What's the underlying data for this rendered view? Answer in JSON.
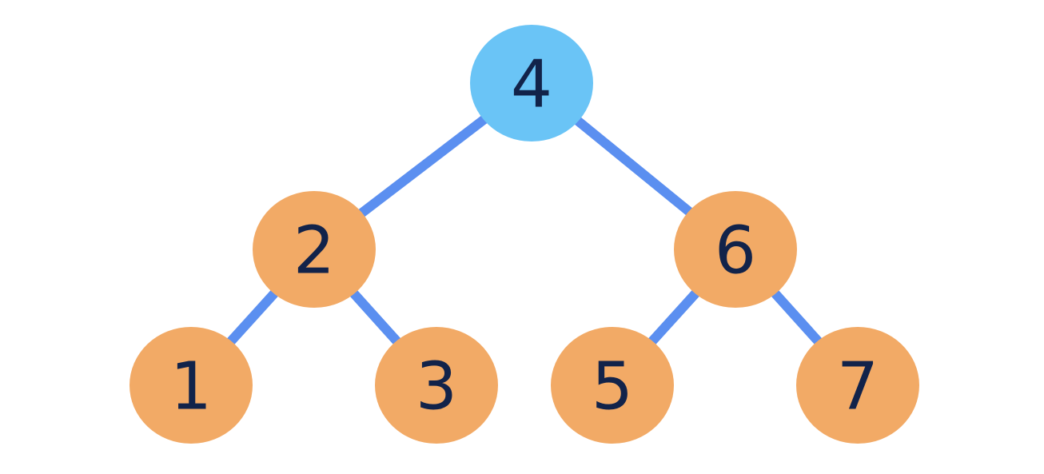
{
  "diagram": {
    "type": "binary-tree",
    "colors": {
      "edge": "#5b8ff0",
      "root_fill": "#6ac4f6",
      "node_fill": "#f2aa66",
      "label": "#12234a",
      "background": "#ffffff"
    },
    "nodes": [
      {
        "id": "n4",
        "label": "4",
        "role": "root"
      },
      {
        "id": "n2",
        "label": "2",
        "role": "internal"
      },
      {
        "id": "n6",
        "label": "6",
        "role": "internal"
      },
      {
        "id": "n1",
        "label": "1",
        "role": "leaf"
      },
      {
        "id": "n3",
        "label": "3",
        "role": "leaf"
      },
      {
        "id": "n5",
        "label": "5",
        "role": "leaf"
      },
      {
        "id": "n7",
        "label": "7",
        "role": "leaf"
      }
    ],
    "edges": [
      {
        "from": "n4",
        "to": "n2"
      },
      {
        "from": "n4",
        "to": "n6"
      },
      {
        "from": "n2",
        "to": "n1"
      },
      {
        "from": "n2",
        "to": "n3"
      },
      {
        "from": "n6",
        "to": "n5"
      },
      {
        "from": "n6",
        "to": "n7"
      }
    ]
  }
}
